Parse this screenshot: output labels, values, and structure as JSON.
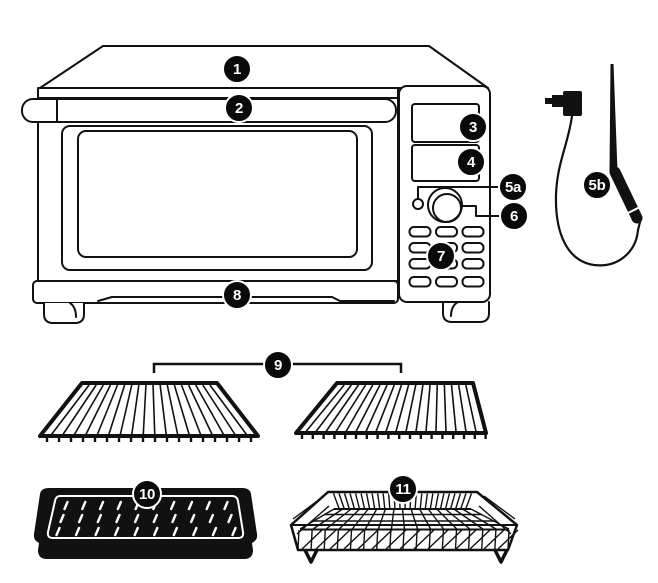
{
  "colors": {
    "background": "#ffffff",
    "line": "#111111",
    "badge_bg": "#0a0a0a",
    "badge_text": "#ffffff"
  },
  "callouts": {
    "oven_top": "1",
    "door_handle": "2",
    "upper_display": "3",
    "lower_display": "4",
    "probe_jack": "5a",
    "temperature_probe": "5b",
    "control_knob": "6",
    "control_buttons": "7",
    "crumb_tray": "8",
    "oven_racks": "9",
    "baking_pan": "10",
    "air_fry_basket": "11"
  }
}
